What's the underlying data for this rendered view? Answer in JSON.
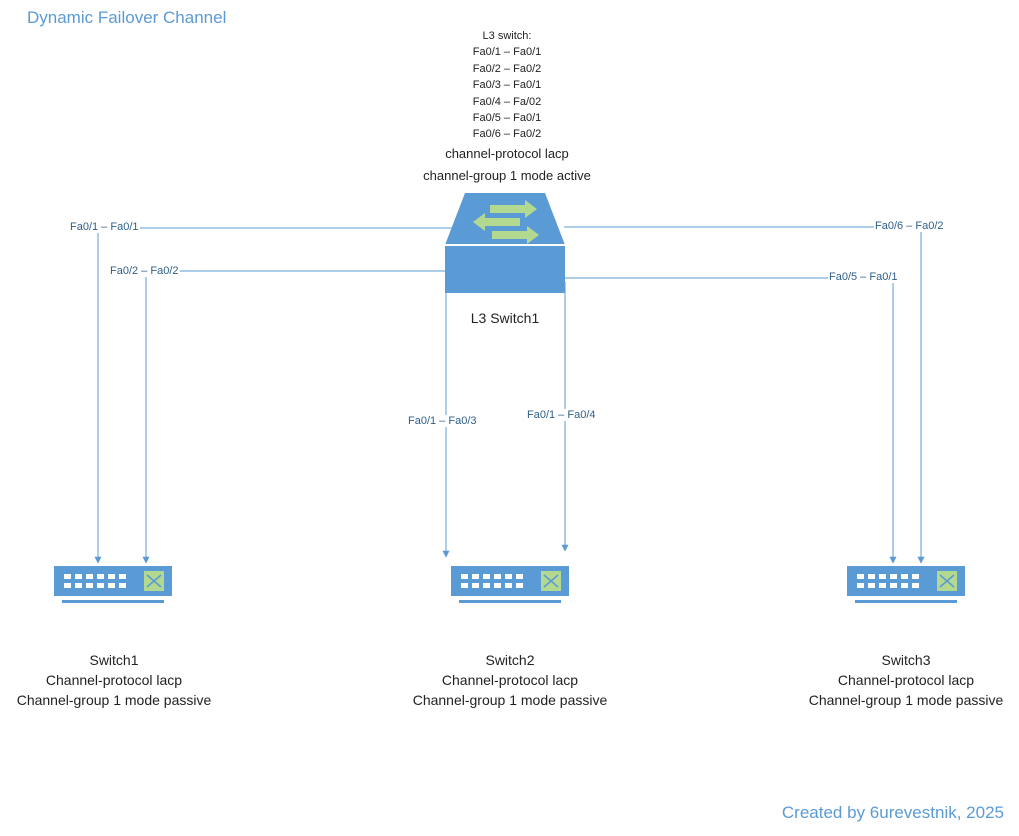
{
  "title": "Dynamic Failover Channel",
  "credit": "Created by 6urevestnik, 2025",
  "l3_config": {
    "heading": "L3 switch:",
    "mappings": [
      "Fa0/1 – Fa0/1",
      "Fa0/2 – Fa0/2",
      "Fa0/3 – Fa0/1",
      "Fa0/4 – Fa/02",
      "Fa0/5 – Fa0/1",
      "Fa0/6 – Fa0/2"
    ],
    "protocol": "channel-protocol lacp",
    "group": "channel-group 1 mode active"
  },
  "l3_switch": {
    "name": "L3 Switch1"
  },
  "links": {
    "sw1_a": "Fa0/1 – Fa0/1",
    "sw1_b": "Fa0/2 – Fa0/2",
    "sw2_a": "Fa0/1 – Fa0/3",
    "sw2_b": "Fa0/1 – Fa0/4",
    "sw3_a": "Fa0/6 – Fa0/2",
    "sw3_b": "Fa0/5 – Fa0/1"
  },
  "switches": [
    {
      "name": "Switch1",
      "protocol": "Channel-protocol lacp",
      "group": "Channel-group 1 mode passive"
    },
    {
      "name": "Switch2",
      "protocol": "Channel-protocol lacp",
      "group": "Channel-group 1 mode passive"
    },
    {
      "name": "Switch3",
      "protocol": "Channel-protocol lacp",
      "group": "Channel-group 1 mode passive"
    }
  ],
  "colors": {
    "accent": "#5b9bd5",
    "device": "#5b9bd5",
    "port_green": "#b3d88f"
  }
}
